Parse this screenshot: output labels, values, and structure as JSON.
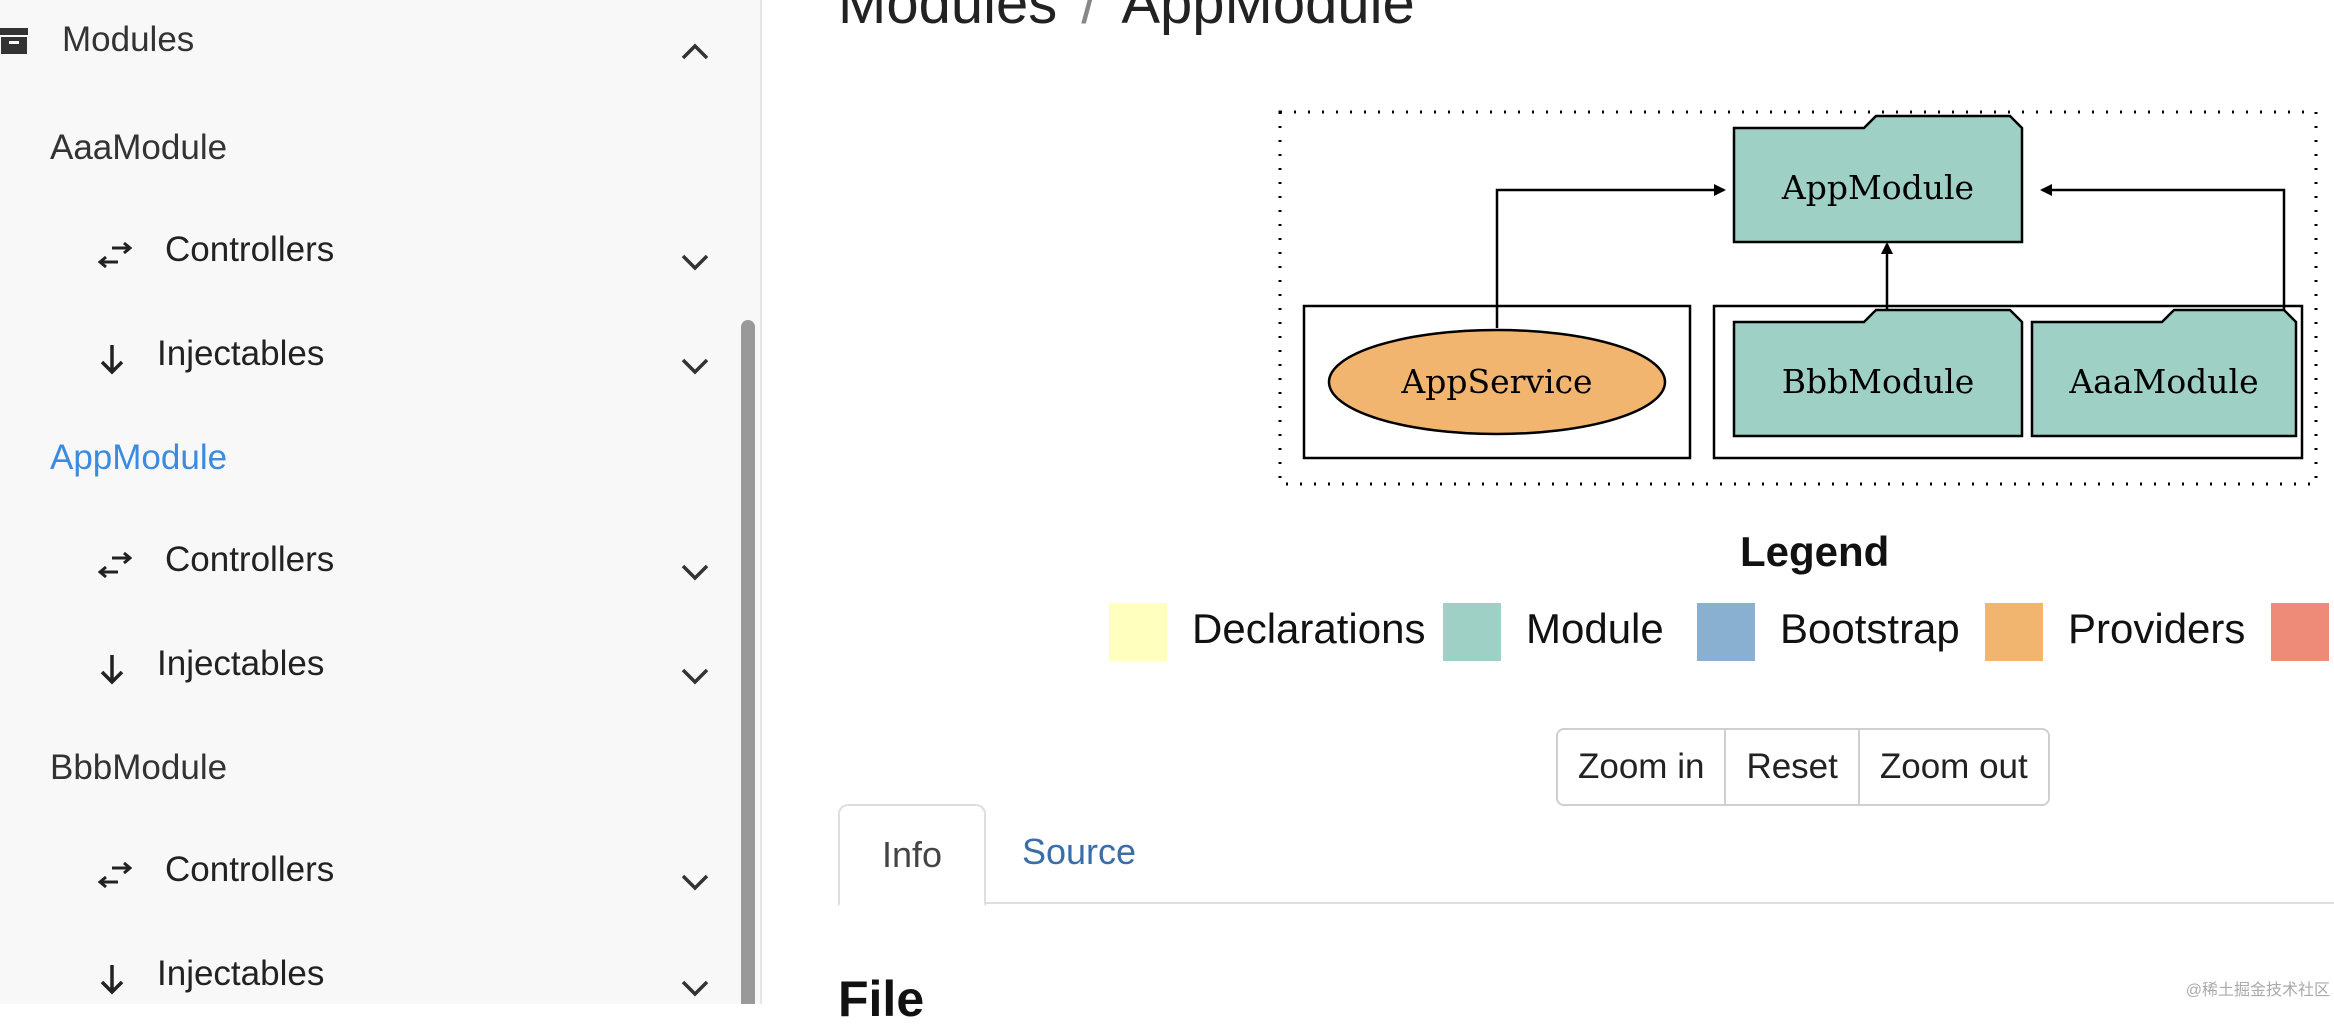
{
  "sidebar": {
    "header": {
      "label": "Modules",
      "icon": "archive-icon"
    },
    "modules": [
      {
        "name": "AaaModule",
        "active": false,
        "controllers_label": "Controllers",
        "injectables_label": "Injectables"
      },
      {
        "name": "AppModule",
        "active": true,
        "controllers_label": "Controllers",
        "injectables_label": "Injectables"
      },
      {
        "name": "BbbModule",
        "active": false,
        "controllers_label": "Controllers",
        "injectables_label": "Injectables"
      }
    ]
  },
  "main": {
    "breadcrumb": {
      "parent": "Modules",
      "separator": "/",
      "current": "AppModule"
    },
    "graph": {
      "root": "AppModule",
      "providers": [
        "AppService"
      ],
      "imports": [
        "BbbModule",
        "AaaModule"
      ]
    },
    "legend": {
      "title": "Legend",
      "items": [
        {
          "label": "Declarations",
          "color": "#ffffbe"
        },
        {
          "label": "Module",
          "color": "#9ed0c6"
        },
        {
          "label": "Bootstrap",
          "color": "#8ab0d1"
        },
        {
          "label": "Providers",
          "color": "#f2b56f"
        },
        {
          "label": "",
          "color": "#ed8b78"
        }
      ]
    },
    "zoom": {
      "zoom_in": "Zoom in",
      "reset": "Reset",
      "zoom_out": "Zoom out"
    },
    "tabs": [
      {
        "label": "Info",
        "active": true
      },
      {
        "label": "Source",
        "active": false
      }
    ],
    "section_heading": "File"
  },
  "colors": {
    "accent": "#3b8be0",
    "link": "#3b6ea8",
    "module": "#9ed0c6",
    "provider": "#f2b56f"
  },
  "watermark": "@稀土掘金技术社区"
}
